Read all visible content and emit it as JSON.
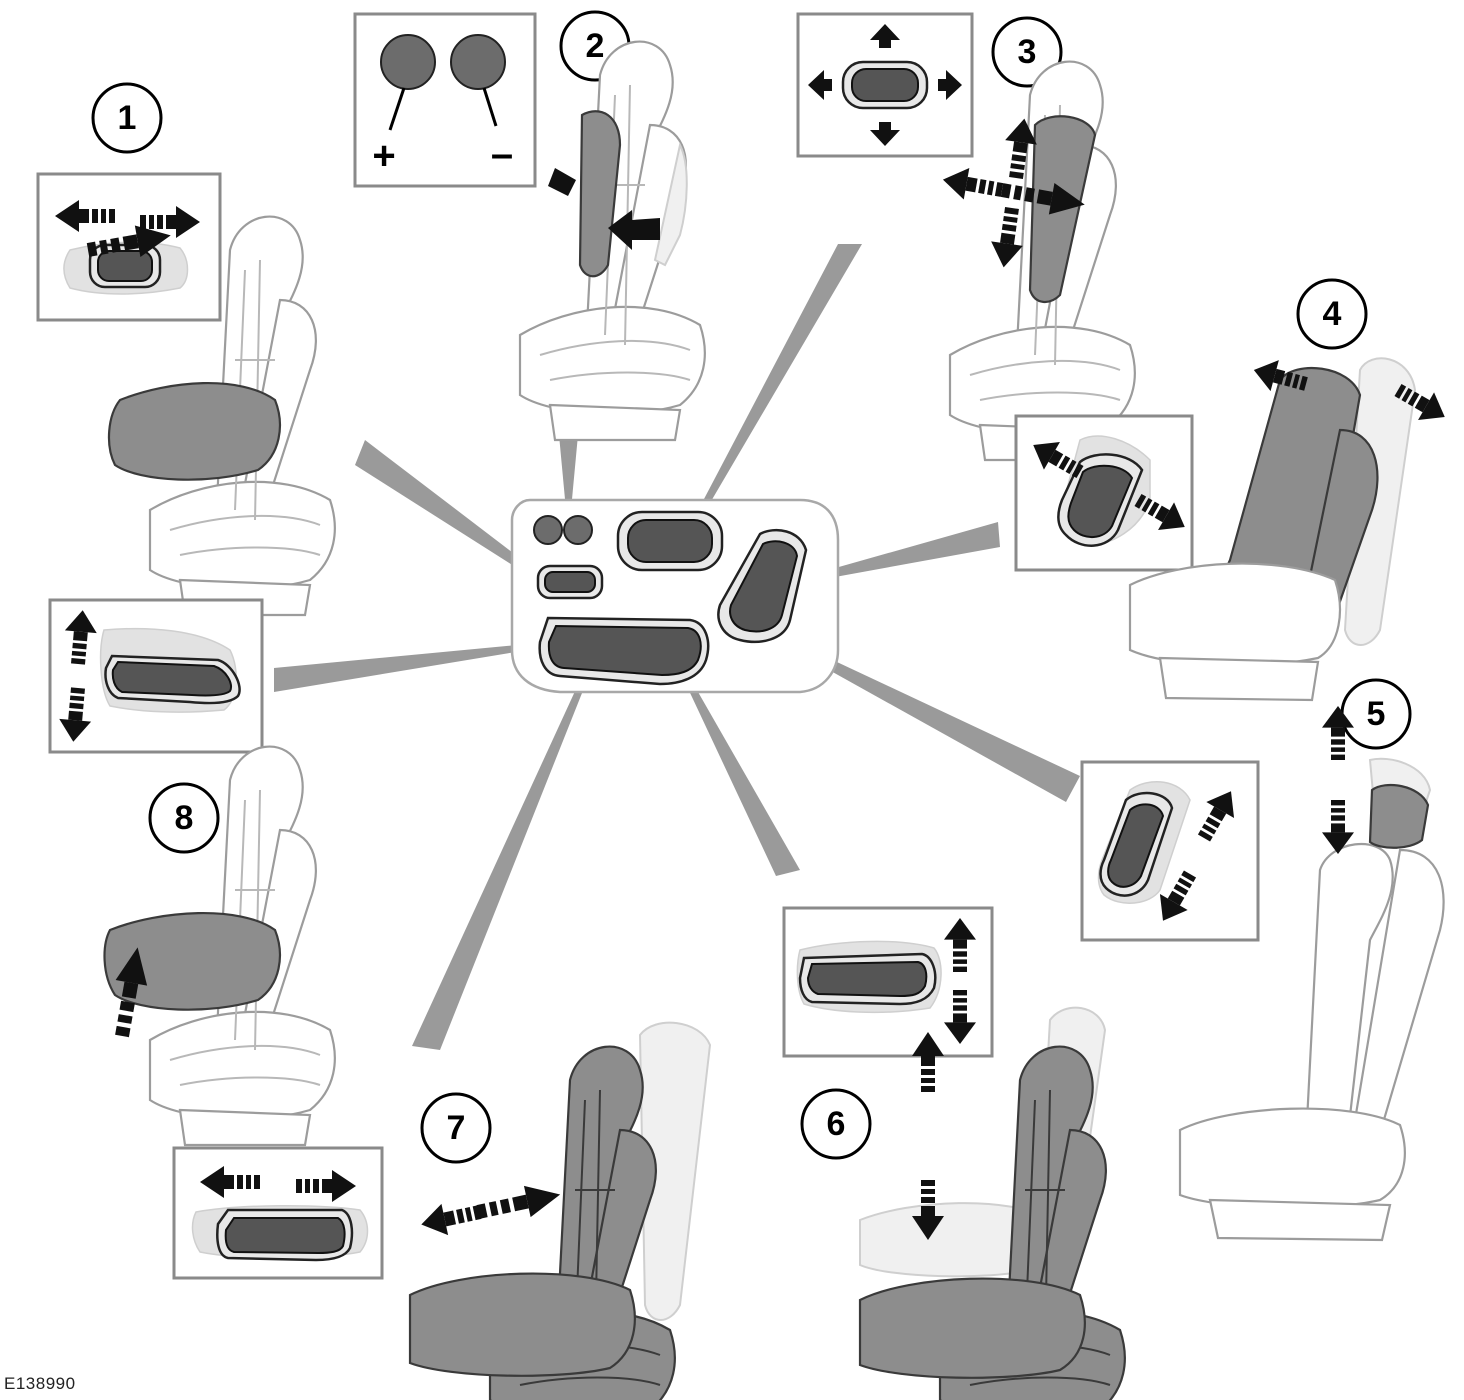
{
  "figure": {
    "reference_code": "E138990",
    "callouts": [
      {
        "number": "1",
        "meaning": "Seat cushion fore/aft"
      },
      {
        "number": "2",
        "meaning": "Lumbar support"
      },
      {
        "number": "3",
        "meaning": "Lumbar position"
      },
      {
        "number": "4",
        "meaning": "Backrest recline"
      },
      {
        "number": "5",
        "meaning": "Head restraint height"
      },
      {
        "number": "6",
        "meaning": "Seat height"
      },
      {
        "number": "7",
        "meaning": "Seat fore/aft"
      },
      {
        "number": "8",
        "meaning": "Cushion tilt"
      }
    ],
    "lumbar_signs": {
      "plus": "+",
      "minus": "–"
    }
  },
  "colors": {
    "highlight_fill": "#8d8d8d",
    "outline": "#3a3a3a",
    "leader": "#9a9a9a",
    "panel_border": "#8a8a8a"
  }
}
